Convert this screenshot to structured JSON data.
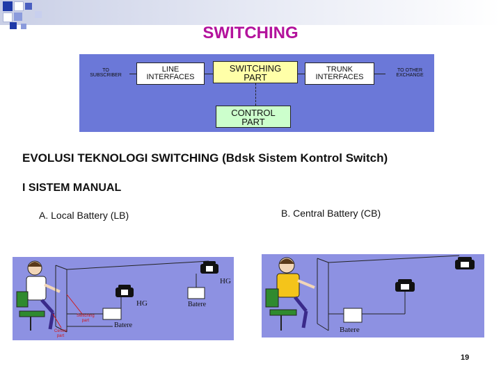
{
  "slide": {
    "title": "SWITCHING",
    "heading": "EVOLUSI TEKNOLOGI SWITCHING (Bdsk Sistem Kontrol Switch)",
    "section": "I   SISTEM MANUAL",
    "item_a": "A. Local Battery (LB)",
    "item_b": "B.  Central Battery (CB)",
    "page_number": "19"
  },
  "diagram": {
    "to_subscriber_1": "TO",
    "to_subscriber_2": "SUBSCRIBER",
    "line_interfaces_1": "LINE",
    "line_interfaces_2": "INTERFACES",
    "switching_part_1": "SWITCHING",
    "switching_part_2": "PART",
    "trunk_interfaces_1": "TRUNK",
    "trunk_interfaces_2": "INTERFACES",
    "to_other_exchange_1": "TO OTHER",
    "to_other_exchange_2": "EXCHANGE",
    "control_part_1": "CONTROL",
    "control_part_2": "PART"
  },
  "lb_figure": {
    "hg_top": "HG",
    "hg_bottom": "HG",
    "batere_right": "Batere",
    "batere_bottom": "Batere",
    "switching_part": "Switching\npart",
    "centre_part": "Centre\npart"
  },
  "cb_figure": {
    "batere": "Batere"
  },
  "colors": {
    "title": "#b3129c",
    "diagram_bg": "#6b78d8",
    "scene_bg": "#8d91e2",
    "switching_box": "#ffffa8",
    "control_box": "#ccffcc"
  }
}
